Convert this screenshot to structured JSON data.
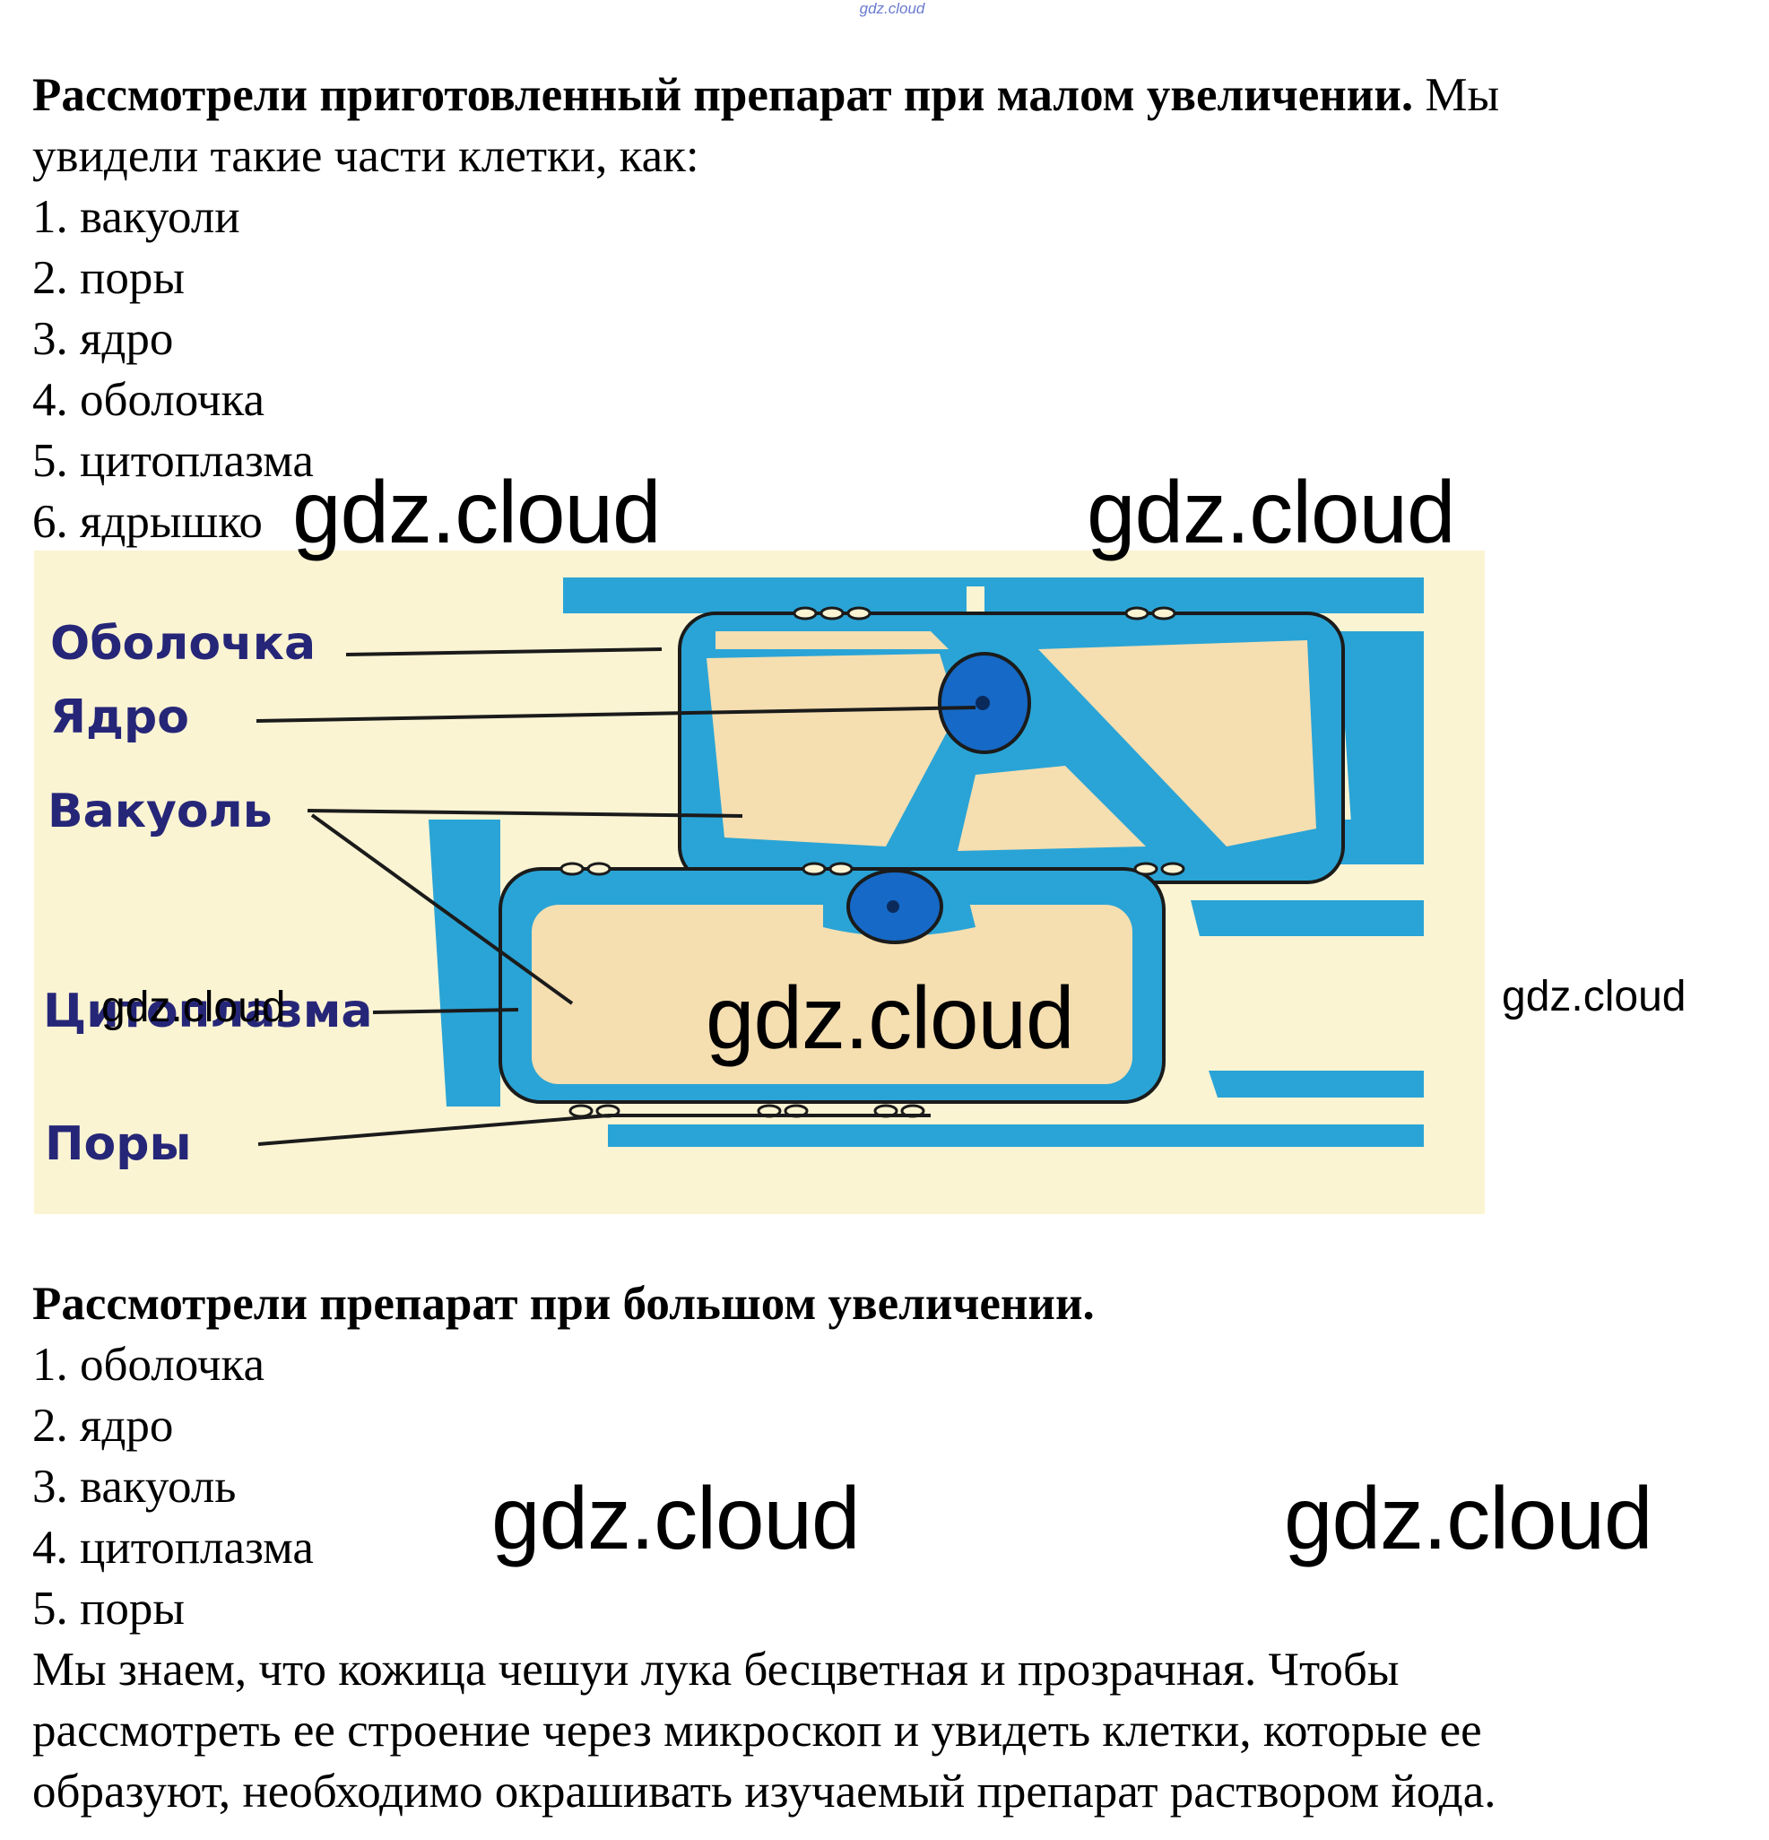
{
  "header": {
    "mark": "gdz.cloud"
  },
  "section_low": {
    "heading_bold": "Рассмотрели приготовленный препарат при малом увеличении.",
    "heading_rest": " Мы",
    "intro_line2": "увидели такие части клетки, как:",
    "items": [
      "1. вакуоли",
      "2. поры",
      "3. ядро",
      "4. оболочка",
      "5. цитоплазма",
      "6. ядрышко"
    ]
  },
  "diagram": {
    "labels": {
      "membrane": "Оболочка",
      "nucleus": "Ядро",
      "vacuole": "Вакуоль",
      "cytoplasm": "Цитоплазма",
      "pores": "Поры"
    },
    "colors": {
      "background": "#fbf4d3",
      "cytoplasm": "#2aa4d6",
      "vacuole": "#f5deb0",
      "nucleus": "#1669c6",
      "outline": "#1b1b1b",
      "label": "#262678"
    }
  },
  "section_high": {
    "heading": "Рассмотрели препарат при большом увеличении.",
    "items": [
      "1. оболочка",
      "2. ядро",
      "3. вакуоль",
      "4. цитоплазма",
      "5. поры"
    ]
  },
  "conclusion": {
    "lines": [
      "Мы знаем, что кожица чешуи лука бесцветная и прозрачная. Чтобы",
      "рассмотреть ее строение через микроскоп и увидеть клетки, которые ее",
      "образуют, необходимо окрашивать изучаемый препарат раствором йода."
    ]
  },
  "watermarks": {
    "text": "gdz.cloud"
  }
}
